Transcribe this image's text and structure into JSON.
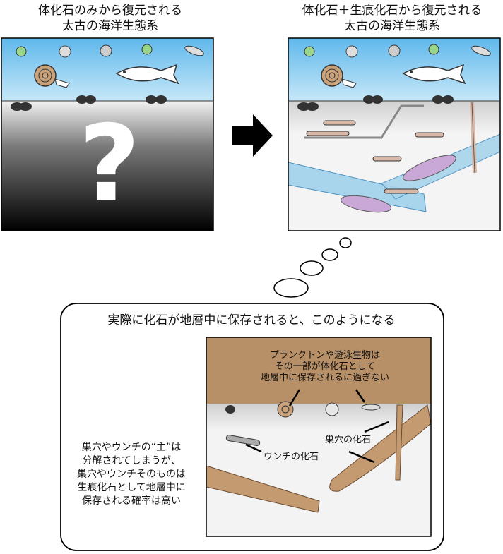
{
  "titles": {
    "left_line1": "体化石のみから復元される",
    "left_line2": "太古の海洋生態系",
    "right_line1": "体化石＋生痕化石から復元される",
    "right_line2": "太古の海洋生態系"
  },
  "left_panel": {
    "unknown_mark": "?"
  },
  "bottom_box": {
    "heading": "実際に化石が地層中に保存されると、このようになる",
    "plankton_note": [
      "プランクトンや遊泳生物は",
      "その一部が体化石として",
      "地層中に保存されるに過ぎない"
    ],
    "burrow_note": [
      "巣穴やウンチの“主”は",
      "分解されてしまうが、",
      "巣穴やウンチそのものは",
      "生痕化石として地層中に",
      "保存される確率は高い"
    ],
    "label_burrow_fossil": "巣穴の化石",
    "label_feces_fossil": "ウンチの化石"
  },
  "colors": {
    "sky": "#8fd0f0",
    "sediment_light": "#e8e8e8",
    "rock_brown": "#b89068",
    "burrow_blue": "#a8d4ec",
    "trace_purple": "#c9a8d8"
  }
}
